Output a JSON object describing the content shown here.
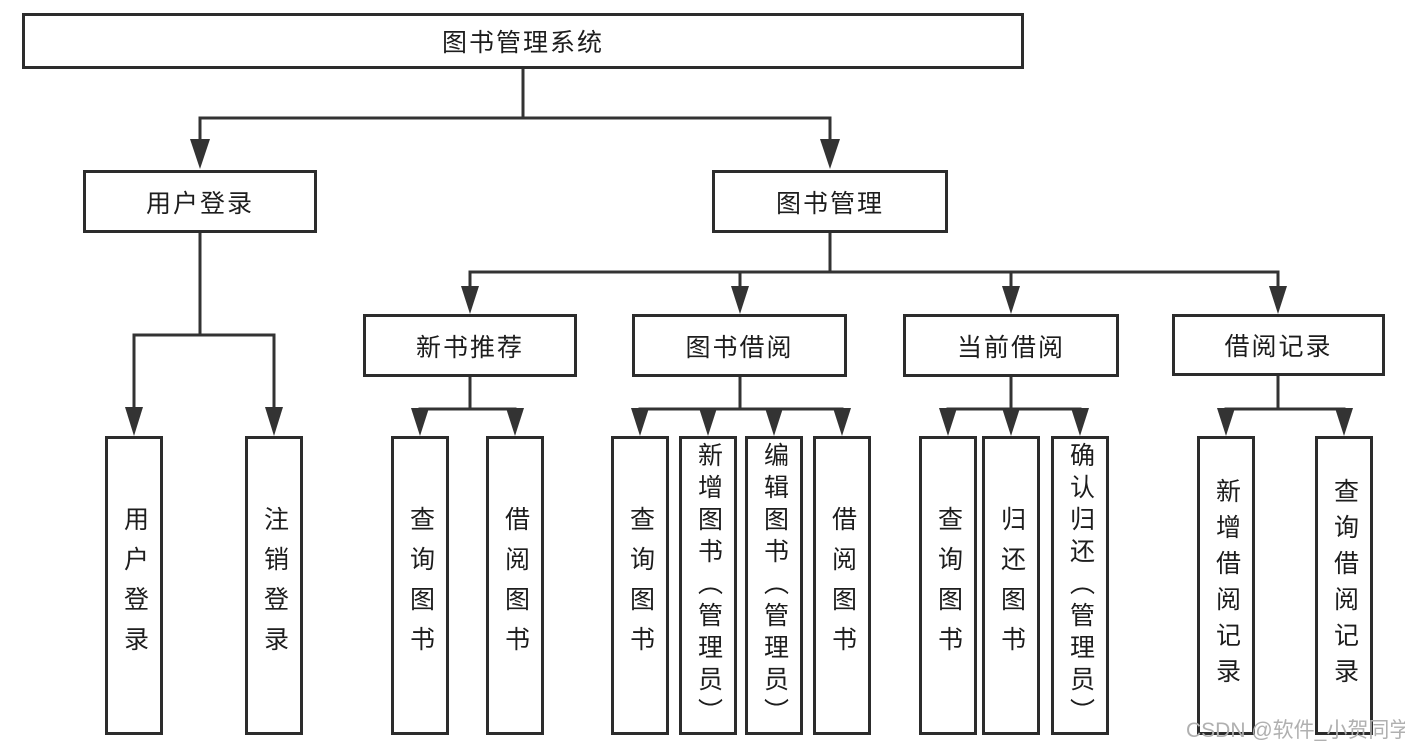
{
  "diagram": {
    "title_node": "图书管理系统",
    "tree": {
      "root": {
        "label": "图书管理系统"
      },
      "children": [
        {
          "label": "用户登录",
          "children": [
            {
              "label": "用户登录"
            },
            {
              "label": "注销登录"
            }
          ]
        },
        {
          "label": "图书管理",
          "children": [
            {
              "label": "新书推荐",
              "children": [
                {
                  "label": "查询图书"
                },
                {
                  "label": "借阅图书"
                }
              ]
            },
            {
              "label": "图书借阅",
              "children": [
                {
                  "label": "查询图书"
                },
                {
                  "label": "新增图书（管理员）"
                },
                {
                  "label": "编辑图书（管理员）"
                },
                {
                  "label": "借阅图书"
                }
              ]
            },
            {
              "label": "当前借阅",
              "children": [
                {
                  "label": "查询图书"
                },
                {
                  "label": "归还图书"
                },
                {
                  "label": "确认归还（管理员）"
                }
              ]
            },
            {
              "label": "借阅记录",
              "children": [
                {
                  "label": "新增借阅记录"
                },
                {
                  "label": "查询借阅记录"
                }
              ]
            }
          ]
        }
      ]
    },
    "colors": {
      "line": "#333333",
      "box_border": "#2c2c2c",
      "box_fill": "#ffffff",
      "text": "#1d1d1d",
      "watermark": "#b0b0b0"
    }
  },
  "watermark": {
    "text": "CSDN @软件_小贺同学"
  }
}
